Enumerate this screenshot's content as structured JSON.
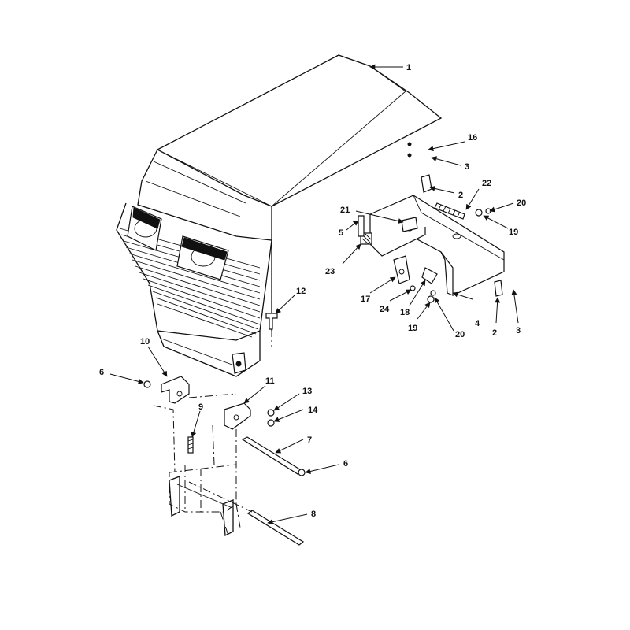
{
  "callouts": [
    {
      "id": "c1",
      "text": "1"
    },
    {
      "id": "c16",
      "text": "16"
    },
    {
      "id": "c3a",
      "text": "3"
    },
    {
      "id": "c2a",
      "text": "2"
    },
    {
      "id": "c22",
      "text": "22"
    },
    {
      "id": "c20a",
      "text": "20"
    },
    {
      "id": "c21",
      "text": "21"
    },
    {
      "id": "c19a",
      "text": "19"
    },
    {
      "id": "c5",
      "text": "5"
    },
    {
      "id": "c23",
      "text": "23"
    },
    {
      "id": "c17",
      "text": "17"
    },
    {
      "id": "c24",
      "text": "24"
    },
    {
      "id": "c18",
      "text": "18"
    },
    {
      "id": "c19b",
      "text": "19"
    },
    {
      "id": "c20b",
      "text": "20"
    },
    {
      "id": "c4",
      "text": "4"
    },
    {
      "id": "c2b",
      "text": "2"
    },
    {
      "id": "c3b",
      "text": "3"
    },
    {
      "id": "c12",
      "text": "12"
    },
    {
      "id": "c10",
      "text": "10"
    },
    {
      "id": "c6a",
      "text": "6"
    },
    {
      "id": "c11",
      "text": "11"
    },
    {
      "id": "c13",
      "text": "13"
    },
    {
      "id": "c14",
      "text": "14"
    },
    {
      "id": "c9",
      "text": "9"
    },
    {
      "id": "c7",
      "text": "7"
    },
    {
      "id": "c6b",
      "text": "6"
    },
    {
      "id": "c8",
      "text": "8"
    }
  ]
}
